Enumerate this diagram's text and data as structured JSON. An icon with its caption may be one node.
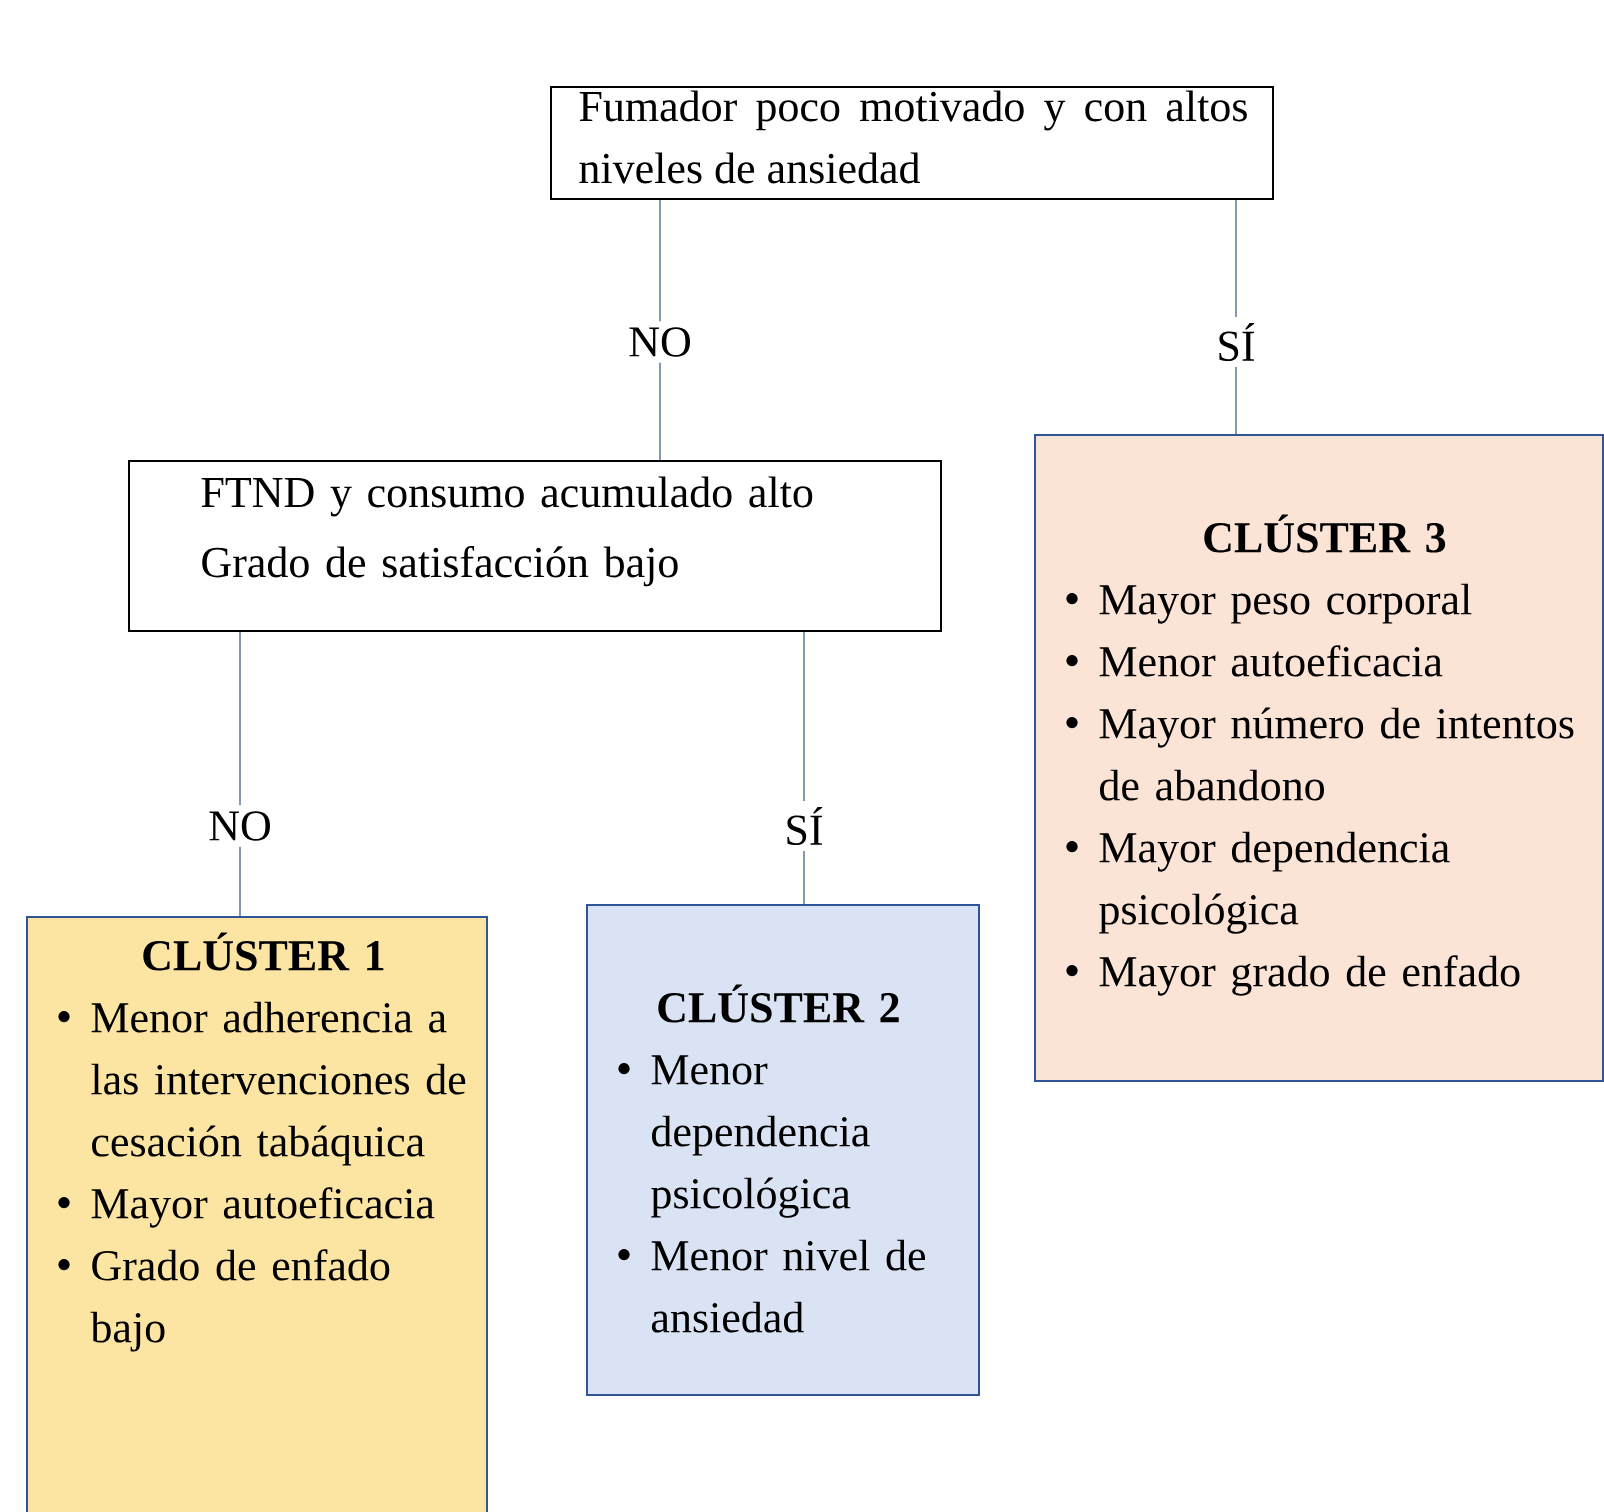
{
  "diagram": {
    "nodes": [
      {
        "text": [
          "Fumador poco motivado y con altos niveles de ansiedad"
        ]
      },
      {
        "text": [
          "FTND y consumo acumulado alto",
          "Grado de satisfacción bajo"
        ]
      },
      {
        "text": [
          "CLÚSTER 3",
          "Mayor peso corporal",
          "Menor autoeficacia",
          "Mayor número de intentos de abandono",
          "Mayor dependencia psicológica",
          "Mayor grado de enfado"
        ]
      },
      {
        "text": [
          "CLÚSTER 1",
          "Menor adherencia a las intervenciones de cesación tabáquica",
          "Mayor autoeficacia",
          "Grado de enfado bajo"
        ]
      },
      {
        "text": [
          "CLÚSTER 2",
          "Menor dependencia psicológica",
          "Menor nivel de ansiedad"
        ]
      }
    ],
    "edges": [
      {
        "from": 0,
        "to": 1,
        "arrow": "none",
        "label": "NO"
      },
      {
        "from": 0,
        "to": 2,
        "arrow": "none",
        "label": "SÍ"
      },
      {
        "from": 1,
        "to": 3,
        "arrow": "none",
        "label": "NO"
      },
      {
        "from": 1,
        "to": 4,
        "arrow": "none",
        "label": "SÍ"
      }
    ]
  }
}
